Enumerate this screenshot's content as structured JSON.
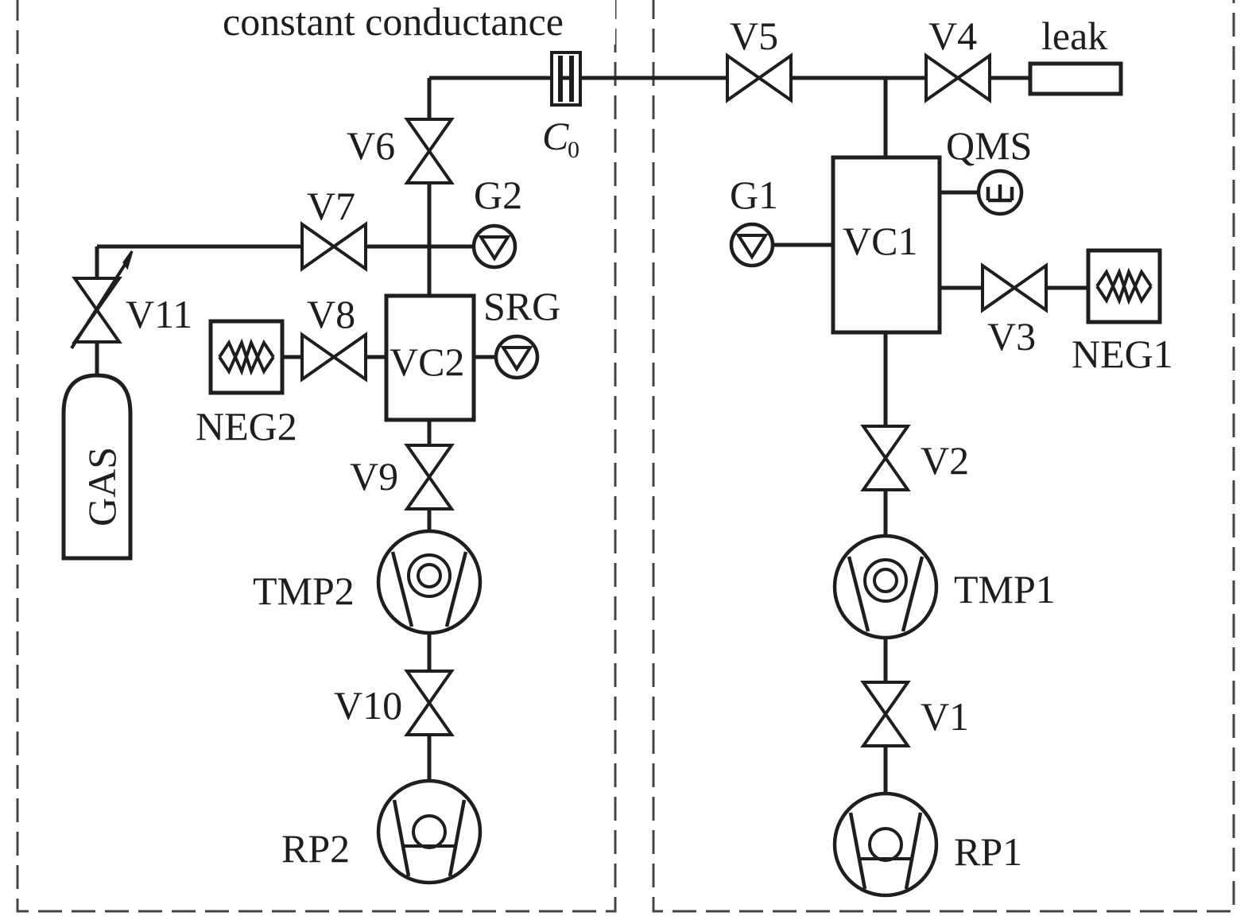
{
  "labels": {
    "constant_conductance": "constant conductance",
    "c0_main": "C",
    "c0_sub": "0",
    "v1": "V1",
    "v2": "V2",
    "v3": "V3",
    "v4": "V4",
    "v5": "V5",
    "v6": "V6",
    "v7": "V7",
    "v8": "V8",
    "v9": "V9",
    "v10": "V10",
    "v11": "V11",
    "leak": "leak",
    "qms": "QMS",
    "g1": "G1",
    "g2": "G2",
    "srg": "SRG",
    "vc1": "VC1",
    "vc2": "VC2",
    "neg1": "NEG1",
    "neg2": "NEG2",
    "tmp1": "TMP1",
    "tmp2": "TMP2",
    "rp1": "RP1",
    "rp2": "RP2",
    "gas": "GAS"
  }
}
